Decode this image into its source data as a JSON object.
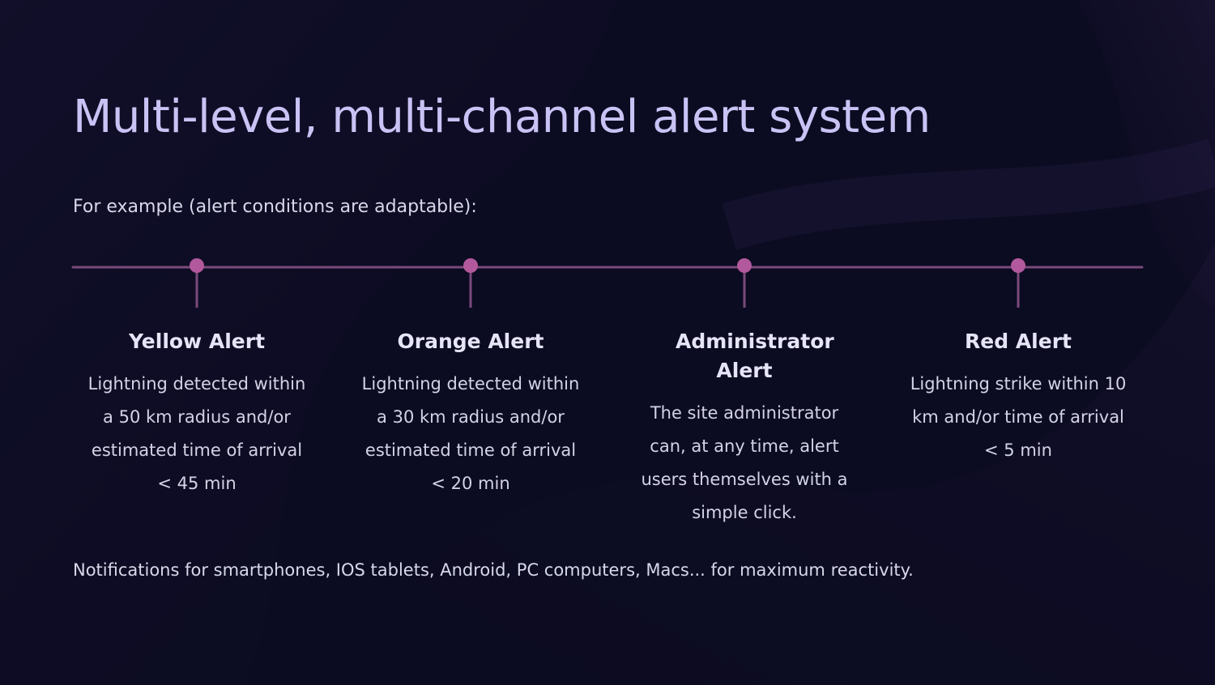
{
  "title": "Multi-level, multi-channel alert system",
  "subtitle": "For example (alert conditions are adaptable):",
  "steps": [
    {
      "title": "Yellow Alert",
      "description": "Lightning detected within a 50 km radius and/or estimated time of arrival < 45 min"
    },
    {
      "title": "Orange Alert",
      "description": "Lightning detected within a 30 km radius and/or estimated time of arrival < 20 min"
    },
    {
      "title": "Administrator Alert",
      "description": "The site administrator can, at any time, alert users themselves with a simple click."
    },
    {
      "title": "Red Alert",
      "description": "Lightning strike within 10 km and/or time of arrival < 5 min"
    }
  ],
  "footer": "Notifications for smartphones, IOS tablets, Android, PC computers, Macs... for maximum reactivity.",
  "colors": {
    "background": "#0b0b21",
    "title": "#c9c3f5",
    "timeline_line": "#7a4a7a",
    "timeline_dot": "#b2589c"
  }
}
